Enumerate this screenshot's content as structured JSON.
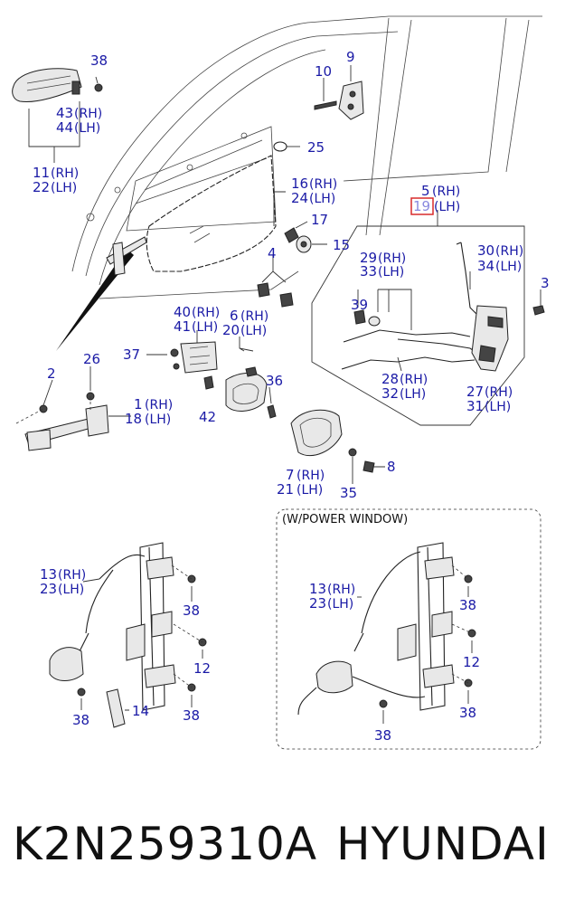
{
  "labels": {
    "p38a": "38",
    "p43": "43",
    "p43s": "(RH)",
    "p44": "44",
    "p44s": "(LH)",
    "p11": "11",
    "p11s": "(RH)",
    "p22": "22",
    "p22s": "(LH)",
    "p10": "10",
    "p9": "9",
    "p25": "25",
    "p16": "16",
    "p16s": "(RH)",
    "p24": "24",
    "p24s": "(LH)",
    "p17": "17",
    "p15": "15",
    "p5": "5",
    "p5s": "(RH)",
    "p19": "19",
    "p19s": "(LH)",
    "p4": "4",
    "p29": "29",
    "p29s": "(RH)",
    "p33": "33",
    "p33s": "(LH)",
    "p30": "30",
    "p30s": "(RH)",
    "p34": "34",
    "p34s": "(LH)",
    "p3": "3",
    "p39": "39",
    "p40": "40",
    "p40s": "(RH)",
    "p41": "41",
    "p41s": "(LH)",
    "p6": "6",
    "p6s": "(RH)",
    "p20": "20",
    "p20s": "(LH)",
    "p37": "37",
    "p2": "2",
    "p26": "26",
    "p1": "1",
    "p1s": "(RH)",
    "p18": "18",
    "p18s": "(LH)",
    "p36": "36",
    "p42": "42",
    "p28": "28",
    "p28s": "(RH)",
    "p32": "32",
    "p32s": "(LH)",
    "p27": "27",
    "p27s": "(RH)",
    "p31": "31",
    "p31s": "(LH)",
    "p7": "7",
    "p7s": "(RH)",
    "p21": "21",
    "p21s": "(LH)",
    "p8": "8",
    "p35": "35",
    "power_window_note": "(W/POWER WINDOW)",
    "m13": "13",
    "m13s": "(RH)",
    "m23": "23",
    "m23s": "(LH)",
    "m38a": "38",
    "m12": "12",
    "m38b": "38",
    "m14": "14",
    "m38c": "38",
    "w13": "13",
    "w13s": "(RH)",
    "w23": "23",
    "w23s": "(LH)",
    "w38a": "38",
    "w12": "12",
    "w38b": "38",
    "w38c": "38"
  },
  "footer": {
    "part_number": "K2N259310A",
    "brand": "HYUNDAI"
  },
  "colors": {
    "label": "#1a1aa6",
    "highlight_box": "#d92b2b",
    "highlight_text": "#8a8adf"
  }
}
